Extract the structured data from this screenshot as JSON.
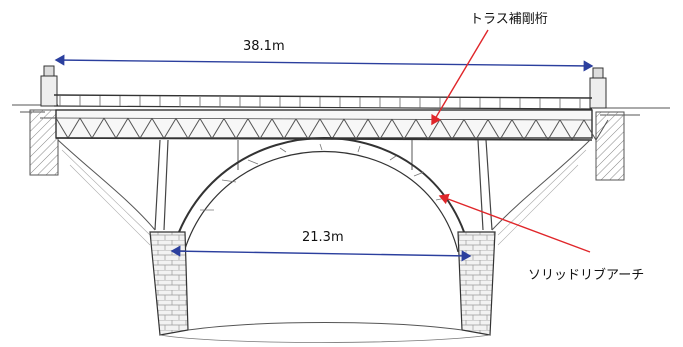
{
  "dimensions": {
    "overall_span": "38.1m",
    "arch_span": "21.3m"
  },
  "callouts": {
    "truss": "トラス補剛桁",
    "arch": "ソリッドリブアーチ"
  },
  "colors": {
    "dimension_line": "#2b3f9e",
    "leader_line": "#e0262a",
    "drawing": "#3a3a3a"
  }
}
